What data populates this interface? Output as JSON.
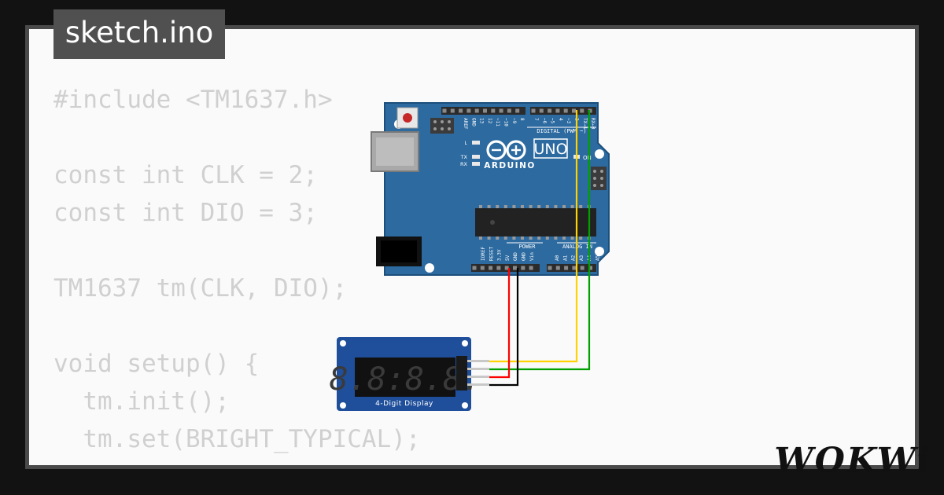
{
  "tab": {
    "filename": "sketch.ino"
  },
  "code": {
    "lines": [
      "#include <TM1637.h>",
      "",
      "const int CLK = 2;",
      "const int DIO = 3;",
      "",
      "TM1637 tm(CLK, DIO);",
      "",
      "void setup() {",
      "  tm.init();",
      "  tm.set(BRIGHT_TYPICAL);",
      "}"
    ]
  },
  "arduino": {
    "uno_label": "UNO",
    "brand_label": "ARDUINO",
    "digital_label": "DIGITAL (PWM ~)",
    "power_label": "POWER",
    "analog_label": "ANALOG IN",
    "on_label": "ON",
    "led_labels": [
      "L",
      "TX",
      "RX"
    ],
    "top_header_labels": [
      "AREF",
      "GND",
      "13",
      "12",
      "~11",
      "~10",
      "~9",
      "8",
      "7",
      "~6",
      "~5",
      "4",
      "~3",
      "2",
      "TX→1",
      "RX←0"
    ],
    "bottom_header_labels": [
      "IOREF",
      "RESET",
      "3.3V",
      "5V",
      "GND",
      "GND",
      "Vin",
      "A0",
      "A1",
      "A2",
      "A3",
      "A4",
      "A5"
    ]
  },
  "display": {
    "caption": "4-Digit Display",
    "digits": "8.8:8.8."
  },
  "wire_colors": {
    "clk": "#00a000",
    "dio": "#ffd200",
    "vcc": "#ff0000",
    "gnd": "#000000"
  },
  "brand": {
    "logo": "WOKWi"
  },
  "colors": {
    "board": "#2c6aa0",
    "board_edge": "#1c4f7c",
    "display_board": "#1f4f9a",
    "segment_off": "#3a3a3a"
  }
}
